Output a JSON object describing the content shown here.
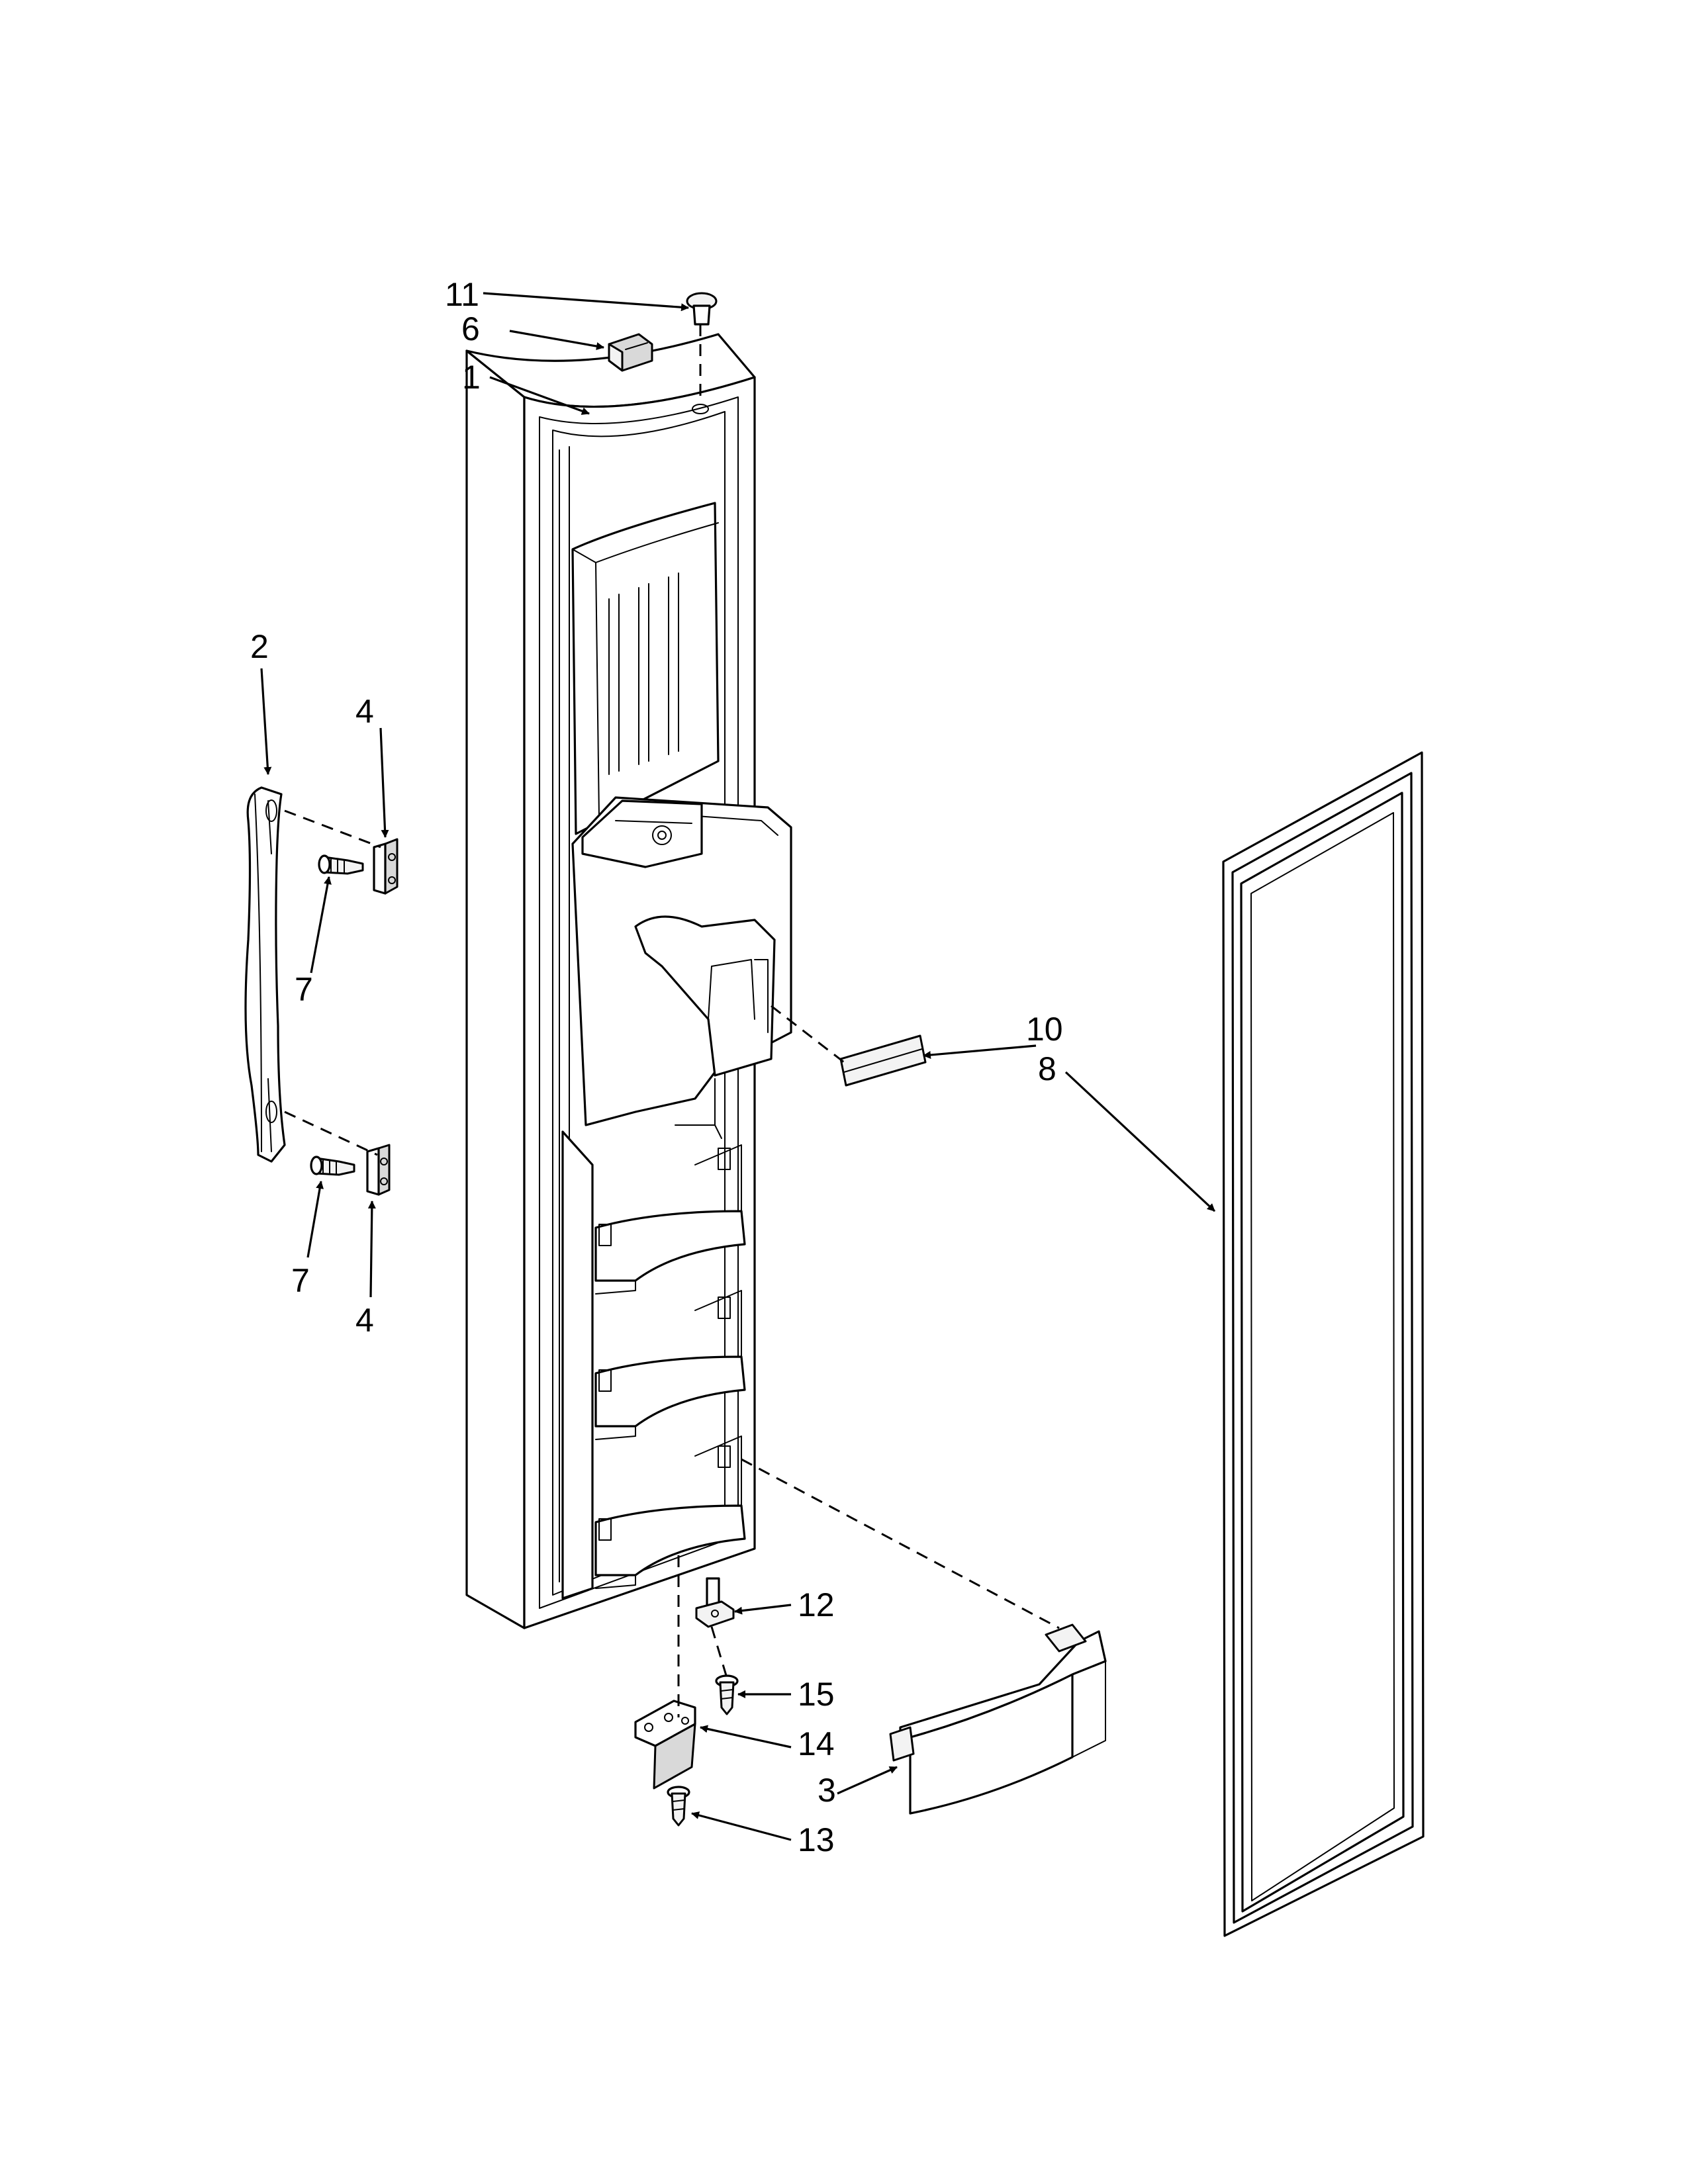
{
  "callouts": {
    "c1": "1",
    "c2": "2",
    "c3": "3",
    "c4a": "4",
    "c4b": "4",
    "c6": "6",
    "c7a": "7",
    "c7b": "7",
    "c8": "8",
    "c10": "10",
    "c11": "11",
    "c12": "12",
    "c13": "13",
    "c14": "14",
    "c15": "15"
  },
  "parts": {
    "door": "door-assembly",
    "handle": "door-handle",
    "handle_mount": "handle-mount-bracket",
    "screw": "screw",
    "gasket": "door-gasket",
    "trim": "dispenser-trim",
    "plug": "hinge-plug",
    "switch": "door-switch",
    "hinge_pin": "hinge-pin",
    "hinge": "lower-hinge",
    "bin": "door-bin"
  }
}
